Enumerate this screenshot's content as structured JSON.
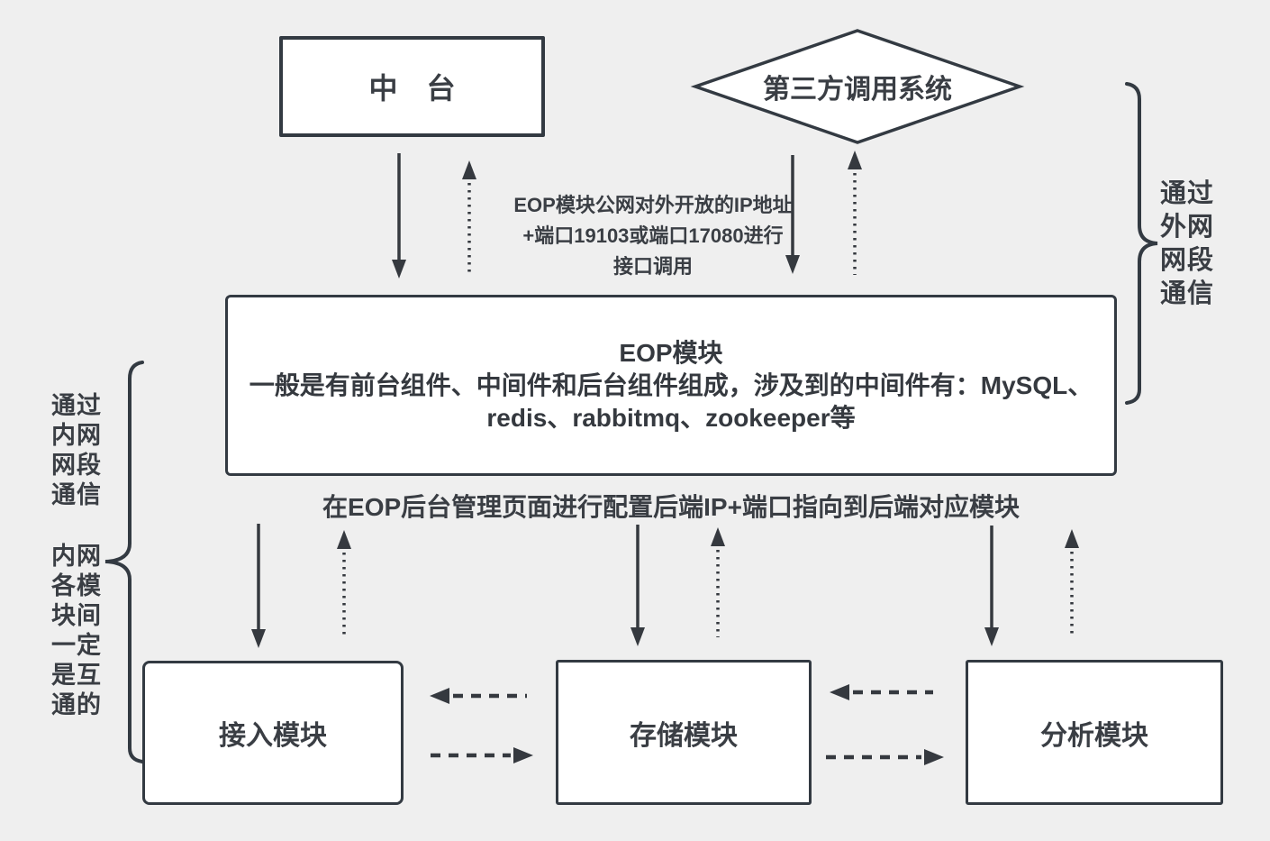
{
  "diagram_title": "EOP module network communication diagram",
  "colors": {
    "background": "#efefef",
    "stroke": "#333a42",
    "box_fill": "#ffffff",
    "text": "#3a3e44"
  },
  "nodes": {
    "zhongtai": {
      "label": "中　台"
    },
    "third_party": {
      "label": "第三方调用系统"
    },
    "eop": {
      "title": "EOP模块",
      "description": "一般是有前台组件、中间件和后台组件组成，涉及到的中间件有：MySQL、\nredis、rabbitmq、zookeeper等"
    },
    "access": {
      "label": "接入模块"
    },
    "storage": {
      "label": "存储模块"
    },
    "analysis": {
      "label": "分析模块"
    }
  },
  "annotations": {
    "external_api": "EOP模块公网对外开放的IP地址\n+端口19103或端口17080进行\n接口调用",
    "backend_config": "在EOP后台管理页面进行配置后端IP+端口指向到后端对应模块",
    "external_network": "通过\n外网\n网段\n通信",
    "internal_network": "通过\n内网\n网段\n通信",
    "internal_interconnect": "内网\n各模\n块间\n一定\n是互\n通的"
  }
}
